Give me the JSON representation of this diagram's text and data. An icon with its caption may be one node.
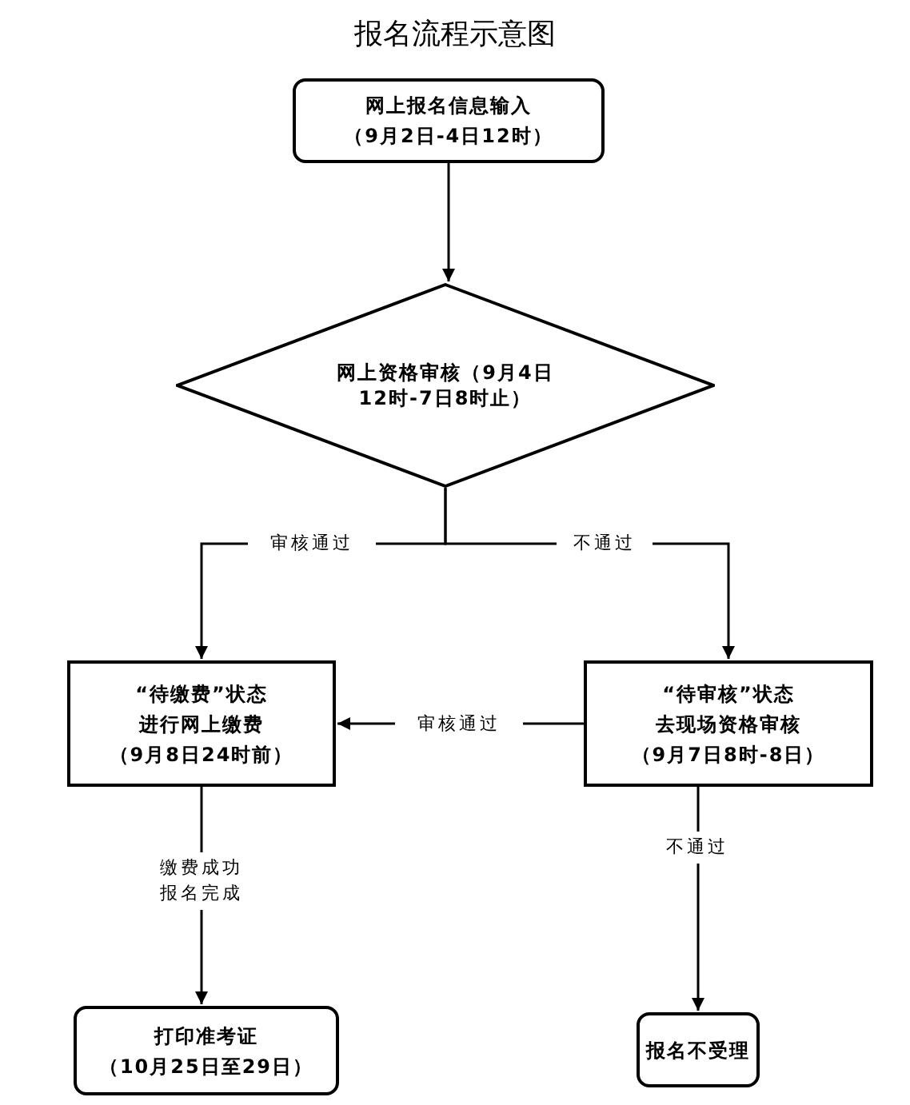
{
  "diagram": {
    "title": "报名流程示意图",
    "nodes": [
      {
        "text": [
          "网上报名信息输入",
          "（9月2日-4日12时）"
        ]
      },
      {
        "text": [
          "网上资格审核（9月4日12时-7日8时止）"
        ]
      },
      {
        "text": [
          "“待缴费”状态",
          "进行网上缴费",
          "（9月8日24时前）"
        ]
      },
      {
        "text": [
          "“待审核”状态",
          "去现场资格审核",
          "（9月7日8时-8日）"
        ]
      },
      {
        "text": [
          "打印准考证",
          "（10月25日至29日）"
        ]
      },
      {
        "text": [
          "报名不受理"
        ]
      }
    ],
    "edges": [
      {
        "from": 0,
        "to": 1,
        "arrow": "to"
      },
      {
        "from": 1,
        "to": 2,
        "arrow": "to",
        "label": "审核通过"
      },
      {
        "from": 1,
        "to": 3,
        "arrow": "to",
        "label": "不通过"
      },
      {
        "from": 3,
        "to": 2,
        "arrow": "to",
        "label": "审核通过"
      },
      {
        "from": 2,
        "to": 4,
        "arrow": "to",
        "label": "缴费成功报名完成"
      },
      {
        "from": 3,
        "to": 5,
        "arrow": "to",
        "label": "不通过"
      }
    ]
  }
}
